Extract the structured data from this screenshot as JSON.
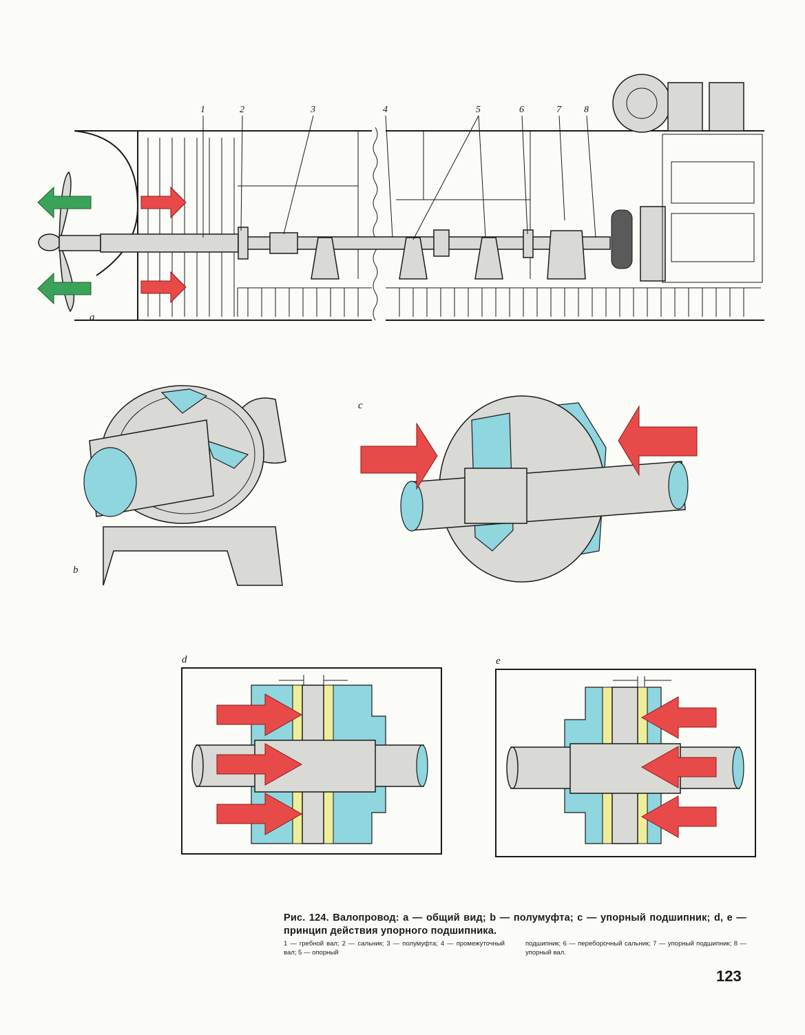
{
  "panel_labels": {
    "a": "a",
    "b": "b",
    "c": "c",
    "d": "d",
    "e": "e"
  },
  "callouts": [
    "1",
    "2",
    "3",
    "4",
    "5",
    "6",
    "7",
    "8"
  ],
  "caption": {
    "main": "Рис. 124. Валопровод: a — общий вид; b — полумуфта; c — упорный подшипник; d, e — принцип действия упорного подшипника.",
    "notes_left": "1 — гребной вал; 2 — сальник; 3 — полумуфта; 4 — промежуточный вал; 5 — опорный",
    "notes_right": "подшипник; 6 — переборочный сальник; 7 — упорный подшипник; 8 — упорный вал."
  },
  "page_number": "123",
  "colors": {
    "arrow": "#e84a4a",
    "reverse_arrow": "#3aa35a",
    "section": "#8fd6df",
    "liner": "#eeee9a"
  }
}
